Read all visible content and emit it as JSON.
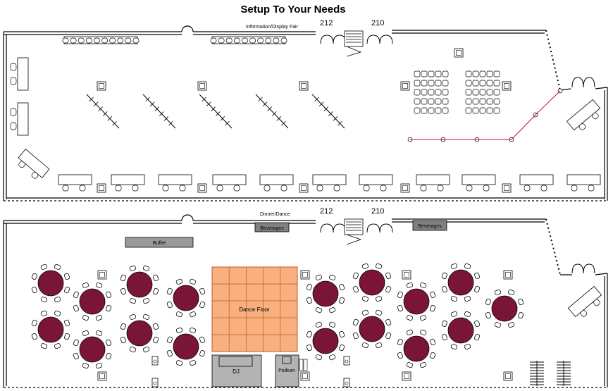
{
  "title": "Setup To Your Needs",
  "colors": {
    "table_fill": "#7a1537",
    "dance_floor": "#f7b07e",
    "dance_floor_grid": "#c9542b",
    "stage_fill": "#b3b3b3",
    "accent_line": "#c8102e",
    "wall": "#000000"
  },
  "top_floor": {
    "caption": "Information/Display Fair",
    "room_labels": [
      "212",
      "210"
    ]
  },
  "bottom_floor": {
    "caption": "Dinner/Dance",
    "room_labels": [
      "212",
      "210"
    ],
    "stations": {
      "beverages_left": "Beverages",
      "beverages_right": "Beverages",
      "buffet": "Buffet",
      "dance_floor": "Dance Floor",
      "dj": "DJ",
      "podium": "Podium"
    }
  }
}
